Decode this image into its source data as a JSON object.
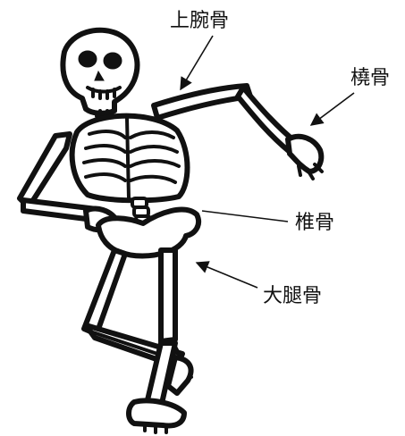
{
  "labels": {
    "humerus": "上腕骨",
    "radius": "橈骨",
    "vertebra": "椎骨",
    "femur": "大腿骨"
  },
  "colors": {
    "ink": "#111111",
    "bone": "#ffffff"
  }
}
